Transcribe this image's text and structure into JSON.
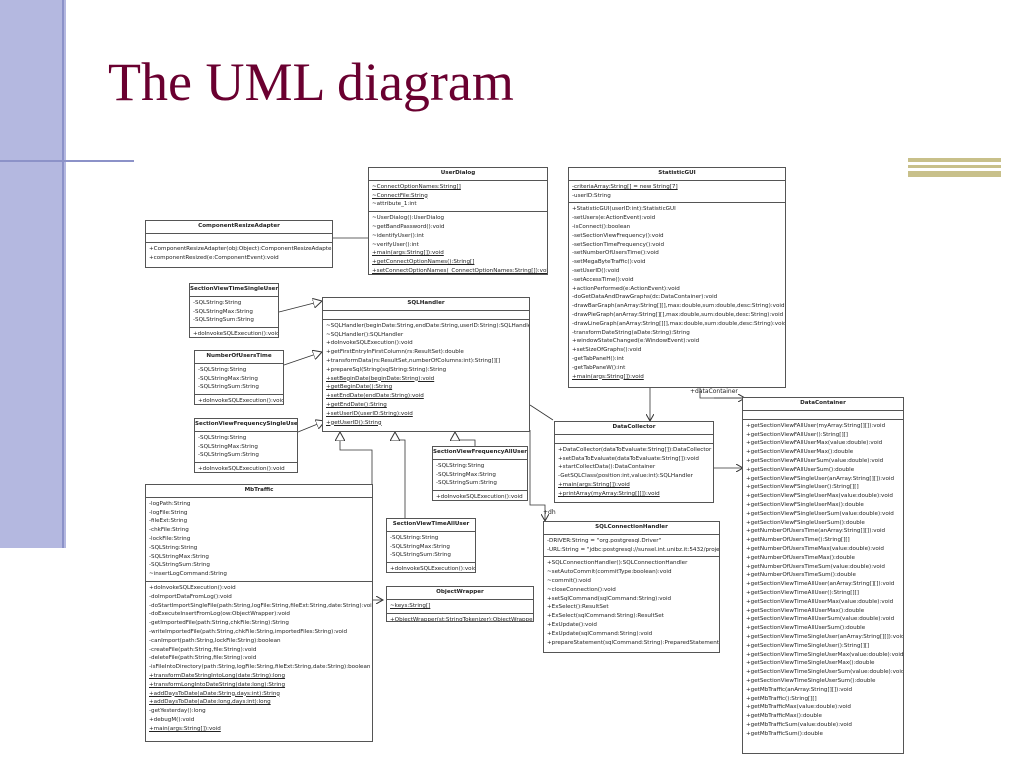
{
  "slide": {
    "title": "The UML diagram",
    "accent_color": "#6a0030",
    "sidebar_color": "#b4b8e0",
    "deco_color": "#c8c08a"
  },
  "edge_labels": {
    "data_container": "+dataContainer",
    "dh": "+dh"
  },
  "classes": {
    "user_dialog": {
      "name": "UserDialog",
      "attributes": [
        {
          "t": "~ConnectOptionNames:String[]",
          "u": true
        },
        {
          "t": "~ConnectFile:String",
          "u": true
        },
        {
          "t": "~attribute_1:int",
          "u": false
        }
      ],
      "operations": [
        {
          "t": "~UserDialog():UserDialog",
          "u": false
        },
        {
          "t": "~getBandPassword():void",
          "u": false
        },
        {
          "t": "~identifyUser():int",
          "u": false
        },
        {
          "t": "~verifyUser():int",
          "u": false
        },
        {
          "t": "+main(args:String[]):void",
          "u": true
        },
        {
          "t": "+getConnectOptionNames():String[]",
          "u": true
        },
        {
          "t": "+setConnectOptionNames(_ConnectOptionNames:String[]):void",
          "u": true
        }
      ]
    },
    "statistic_gui": {
      "name": "StatisticGUI",
      "attributes": [
        {
          "t": "-criteriaArray:String[] = new String[7]",
          "u": true
        },
        {
          "t": "-userID:String",
          "u": false
        }
      ],
      "operations": [
        {
          "t": "+StatisticGUI(userID:int):StatisticGUI",
          "u": false
        },
        {
          "t": "-setUsers(e:ActionEvent):void",
          "u": false
        },
        {
          "t": "-isConnect():boolean",
          "u": false
        },
        {
          "t": "-setSectionViewFrequency():void",
          "u": false
        },
        {
          "t": "-setSectionTimeFrequency():void",
          "u": false
        },
        {
          "t": "-setNumberOfUsersTime():void",
          "u": false
        },
        {
          "t": "-setMegaByteTraffic():void",
          "u": false
        },
        {
          "t": "-setUserID():void",
          "u": false
        },
        {
          "t": "-setAccessTime():void",
          "u": false
        },
        {
          "t": "+actionPerformed(e:ActionEvent):void",
          "u": false
        },
        {
          "t": "-doGetDataAndDrawGraphs(dc:DataContainer):void",
          "u": false
        },
        {
          "t": "-drawBarGraph(anArray:String[][],max:double,sum:double,desc:String):void",
          "u": false
        },
        {
          "t": "-drawPieGraph(anArray:String[][],max:double,sum:double,desc:String):void",
          "u": false
        },
        {
          "t": "-drawLineGraph(anArray:String[][],max:double,sum:double,desc:String):void",
          "u": false
        },
        {
          "t": "-transformDateString(aDate:String):String",
          "u": false
        },
        {
          "t": "+windowStateChanged(e:WindowEvent):void",
          "u": false
        },
        {
          "t": "+setSizeOfGraphs():void",
          "u": false
        },
        {
          "t": "-getTabPaneH():int",
          "u": false
        },
        {
          "t": "-getTabPaneW():int",
          "u": false
        },
        {
          "t": "+main(args:String[]):void",
          "u": true
        }
      ]
    },
    "component_resize_adapter": {
      "name": "ComponentResizeAdapter",
      "attributes": [],
      "operations": [
        {
          "t": "+ComponentResizeAdapter(obj:Object):ComponentResizeAdapter",
          "u": false
        },
        {
          "t": "+componentResized(e:ComponentEvent):void",
          "u": false
        }
      ]
    },
    "svt_single_user": {
      "name": "SectionViewTimeSingleUser",
      "attributes": [
        {
          "t": "-SQLString:String",
          "u": false
        },
        {
          "t": "-SQLStringMax:String",
          "u": false
        },
        {
          "t": "-SQLStringSum:String",
          "u": false
        }
      ],
      "operations": [
        {
          "t": "+doInvokeSQLExecution():void",
          "u": false
        }
      ]
    },
    "sql_handler": {
      "name": "SQLHandler",
      "attributes": [],
      "operations": [
        {
          "t": "~SQLHandler(beginDate:String,endDate:String,userID:String):SQLHandler",
          "u": false
        },
        {
          "t": "~SQLHandler():SQLHandler",
          "u": false
        },
        {
          "t": "+doInvokeSQLExecution():void",
          "u": false
        },
        {
          "t": "+getFirstEntryInFirstColumn(rs:ResultSet):double",
          "u": false
        },
        {
          "t": "+transformData(rs:ResultSet,numberOfColumns:int):String[][]",
          "u": false
        },
        {
          "t": "+prepareSql(String(sqlString:String):String",
          "u": false
        },
        {
          "t": "+setBeginDate(beginDate:String):void",
          "u": true
        },
        {
          "t": "+getBeginDate():String",
          "u": true
        },
        {
          "t": "+setEndDate(endDate:String):void",
          "u": true
        },
        {
          "t": "+getEndDate():String",
          "u": true
        },
        {
          "t": "+setUserID(userID:String):void",
          "u": true
        },
        {
          "t": "+getUserID():String",
          "u": true
        }
      ]
    },
    "number_of_users_time": {
      "name": "NumberOfUsersTime",
      "attributes": [
        {
          "t": "-SQLString:String",
          "u": false
        },
        {
          "t": "-SQLStringMax:String",
          "u": false
        },
        {
          "t": "-SQLStringSum:String",
          "u": false
        }
      ],
      "operations": [
        {
          "t": "+doInvokeSQLExecution():void",
          "u": false
        }
      ]
    },
    "svf_single_user": {
      "name": "SectionViewFrequencySingleUser",
      "attributes": [
        {
          "t": "-SQLString:String",
          "u": false
        },
        {
          "t": "-SQLStringMax:String",
          "u": false
        },
        {
          "t": "-SQLStringSum:String",
          "u": false
        }
      ],
      "operations": [
        {
          "t": "+doInvokeSQLExecution():void",
          "u": false
        }
      ]
    },
    "svf_all_user": {
      "name": "SectionViewFrequencyAllUser",
      "attributes": [
        {
          "t": "-SQLString:String",
          "u": false
        },
        {
          "t": "-SQLStringMax:String",
          "u": false
        },
        {
          "t": "-SQLStringSum:String",
          "u": false
        }
      ],
      "operations": [
        {
          "t": "+doInvokeSQLExecution():void",
          "u": false
        }
      ]
    },
    "data_collector": {
      "name": "DataCollector",
      "attributes": [],
      "operations": [
        {
          "t": "+DataCollector(dataToEvaluate:String[]):DataCollector",
          "u": false
        },
        {
          "t": "+setDataToEvaluate(dataToEvaluate:String[]):void",
          "u": false
        },
        {
          "t": "+startCollectData():DataContainer",
          "u": false
        },
        {
          "t": "-GetSQLClass(position:int,value:int):SQLHandler",
          "u": false
        },
        {
          "t": "+main(args:String[]):void",
          "u": true
        },
        {
          "t": "+printArray(myArray:String[][]):void",
          "u": true
        }
      ]
    },
    "data_container": {
      "name": "DataContainer",
      "attributes": [],
      "operations": [
        {
          "t": "+getSectionViewFAllUser(myArray:String[][]):void",
          "u": false
        },
        {
          "t": "+getSectionViewFAllUser():String[][]",
          "u": false
        },
        {
          "t": "+getSectionViewFAllUserMax(value:double):void",
          "u": false
        },
        {
          "t": "+getSectionViewFAllUserMax():double",
          "u": false
        },
        {
          "t": "+getSectionViewFAllUserSum(value:double):void",
          "u": false
        },
        {
          "t": "+getSectionViewFAllUserSum():double",
          "u": false
        },
        {
          "t": "+getSectionViewFSingleUser(anArray:String[][]):void",
          "u": false
        },
        {
          "t": "+getSectionViewFSingleUser():String[][]",
          "u": false
        },
        {
          "t": "+getSectionViewFSingleUserMax(value:double):void",
          "u": false
        },
        {
          "t": "+getSectionViewFSingleUserMax():double",
          "u": false
        },
        {
          "t": "+getSectionViewFSingleUserSum(value:double):void",
          "u": false
        },
        {
          "t": "+getSectionViewFSingleUserSum():double",
          "u": false
        },
        {
          "t": "+getNumberOfUsersTime(anArray:String[][]):void",
          "u": false
        },
        {
          "t": "+getNumberOfUsersTime():String[][]",
          "u": false
        },
        {
          "t": "+getNumberOfUsersTimeMax(value:double):void",
          "u": false
        },
        {
          "t": "+getNumberOfUsersTimeMax():double",
          "u": false
        },
        {
          "t": "+getNumberOfUsersTimeSum(value:double):void",
          "u": false
        },
        {
          "t": "+getNumberOfUsersTimeSum():double",
          "u": false
        },
        {
          "t": "+getSectionViewTimeAllUser(anArray:String[][]):void",
          "u": false
        },
        {
          "t": "+getSectionViewTimeAllUser():String[][]",
          "u": false
        },
        {
          "t": "+getSectionViewTimeAllUserMax(value:double):void",
          "u": false
        },
        {
          "t": "+getSectionViewTimeAllUserMax():double",
          "u": false
        },
        {
          "t": "+getSectionViewTimeAllUserSum(value:double):void",
          "u": false
        },
        {
          "t": "+getSectionViewTimeAllUserSum():double",
          "u": false
        },
        {
          "t": "+getSectionViewTimeSingleUser(anArray:String[][]):void",
          "u": false
        },
        {
          "t": "+getSectionViewTimeSingleUser():String[][]",
          "u": false
        },
        {
          "t": "+getSectionViewTimeSingleUserMax(value:double):void",
          "u": false
        },
        {
          "t": "+getSectionViewTimeSingleUserMax():double",
          "u": false
        },
        {
          "t": "+getSectionViewTimeSingleUserSum(value:double):void",
          "u": false
        },
        {
          "t": "+getSectionViewTimeSingleUserSum():double",
          "u": false
        },
        {
          "t": "+getMbTraffic(anArray:String[][]):void",
          "u": false
        },
        {
          "t": "+getMbTraffic():String[][]",
          "u": false
        },
        {
          "t": "+getMbTrafficMax(value:double):void",
          "u": false
        },
        {
          "t": "+getMbTrafficMax():double",
          "u": false
        },
        {
          "t": "+getMbTrafficSum(value:double):void",
          "u": false
        },
        {
          "t": "+getMbTrafficSum():double",
          "u": false
        }
      ]
    },
    "mb_traffic": {
      "name": "MbTraffic",
      "attributes": [
        {
          "t": "-logPath:String",
          "u": false
        },
        {
          "t": "-logFile:String",
          "u": false
        },
        {
          "t": "-fileExt:String",
          "u": false
        },
        {
          "t": "-chkFile:String",
          "u": false
        },
        {
          "t": "-lockFile:String",
          "u": false
        },
        {
          "t": "-SQLString:String",
          "u": false
        },
        {
          "t": "-SQLStringMax:String",
          "u": false
        },
        {
          "t": "-SQLStringSum:String",
          "u": false
        },
        {
          "t": "~insertLogCommand:String",
          "u": false
        }
      ],
      "operations": [
        {
          "t": "+doInvokeSQLExecution():void",
          "u": false
        },
        {
          "t": "-doImportDataFromLog():void",
          "u": false
        },
        {
          "t": "-doStartImportSingleFile(path:String,logFile:String,fileExt:String,date:String):void",
          "u": false
        },
        {
          "t": "-doExecuteInsertFromLog(ow:ObjectWrapper):void",
          "u": false
        },
        {
          "t": "-getImportedFile(path:String,chkFile:String):String",
          "u": false
        },
        {
          "t": "-writeImportedFile(path:String,chkFile:String,importedFiles:String):void",
          "u": false
        },
        {
          "t": "-canImport(path:String,lockFile:String):boolean",
          "u": false
        },
        {
          "t": "-createFile(path:String,file:String):void",
          "u": false
        },
        {
          "t": "-deleteFile(path:String,file:String):void",
          "u": false
        },
        {
          "t": "-isFileIntoDirectory(path:String,logFile:String,fileExt:String,date:String):boolean",
          "u": false
        },
        {
          "t": "+transformDateStringIntoLong(date:String):long",
          "u": true
        },
        {
          "t": "+transformLongIntoDateString(date:long):String",
          "u": true
        },
        {
          "t": "+addDaysToDate(aDate:String,days:int):String",
          "u": true
        },
        {
          "t": "+addDaysToDate(aDate:long,days:int):long",
          "u": true
        },
        {
          "t": "-getYesterday():long",
          "u": false
        },
        {
          "t": "+debugM():void",
          "u": false
        },
        {
          "t": "+main(args:String[]):void",
          "u": true
        }
      ]
    },
    "svt_all_user": {
      "name": "SectionViewTimeAllUser",
      "attributes": [
        {
          "t": "-SQLString:String",
          "u": false
        },
        {
          "t": "-SQLStringMax:String",
          "u": false
        },
        {
          "t": "-SQLStringSum:String",
          "u": false
        }
      ],
      "operations": [
        {
          "t": "+doInvokeSQLExecution():void",
          "u": false
        }
      ]
    },
    "sql_connection_handler": {
      "name": "SQLConnectionHandler",
      "attributes": [
        {
          "t": "-DRIVER:String = \"org.postgresql.Driver\"",
          "u": false
        },
        {
          "t": "-URL:String = \"jdbc:postgresql://sunsel.int.unibz.it:5432/projects\"",
          "u": false
        }
      ],
      "operations": [
        {
          "t": "+SQLConnectionHandler():SQLConnectionHandler",
          "u": false
        },
        {
          "t": "~setAutoCommit(commitType:boolean):void",
          "u": false
        },
        {
          "t": "~commit():void",
          "u": false
        },
        {
          "t": "~closeConnection():void",
          "u": false
        },
        {
          "t": "+setSqlCommand(sqlCommand:String):void",
          "u": false
        },
        {
          "t": "+ExSelect():ResultSet",
          "u": false
        },
        {
          "t": "+ExSelect(sqlCommand:String):ResultSet",
          "u": false
        },
        {
          "t": "+ExUpdate():void",
          "u": false
        },
        {
          "t": "+ExUpdate(sqlCommand:String):void",
          "u": false
        },
        {
          "t": "+prepareStatement(sqlCommand:String):PreparedStatement",
          "u": false
        }
      ]
    },
    "object_wrapper": {
      "name": "ObjectWrapper",
      "attributes": [
        {
          "t": "~keys:String[]",
          "u": true
        }
      ],
      "operations": [
        {
          "t": "+ObjectWrapper(st:StringTokenizer):ObjectWrapper",
          "u": false
        }
      ]
    }
  }
}
